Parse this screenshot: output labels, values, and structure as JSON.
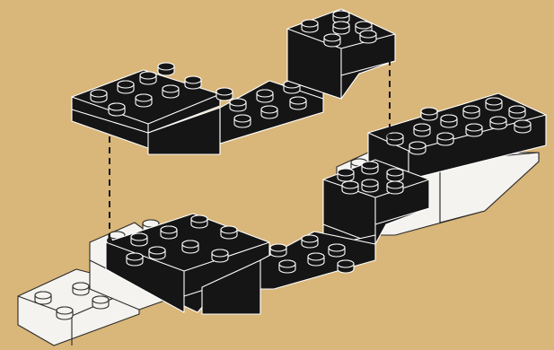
{
  "scene": "instruction-step",
  "colors": {
    "paper": "#d9b679",
    "brick_black": "#151515",
    "brick_white": "#f4f3ef",
    "outline_on_black": "#ffffff",
    "outline_on_white": "#2a2a2a",
    "guide_line": "#1a1a1a"
  },
  "parts": [
    {
      "name": "upper-black-assembly",
      "color": "black"
    },
    {
      "name": "lower-black-assembly",
      "color": "black"
    },
    {
      "name": "white-base-left",
      "color": "white"
    },
    {
      "name": "white-wedge-right",
      "color": "white"
    }
  ],
  "guides": [
    {
      "name": "left-guide",
      "style": "dashed"
    },
    {
      "name": "right-guide",
      "style": "dashed"
    }
  ]
}
